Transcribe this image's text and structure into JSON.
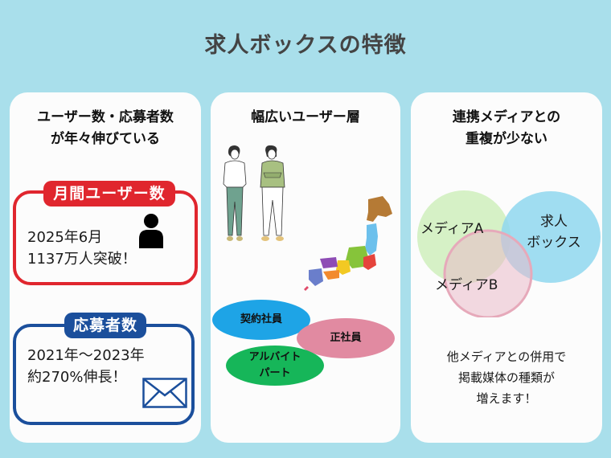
{
  "page": {
    "title": "求人ボックスの特徴",
    "background_color": "#a9dfeb"
  },
  "cards": [
    {
      "title_line1": "ユーザー数・応募者数",
      "title_line2": "が年々伸びている",
      "monthly_users": {
        "badge": "月間ユーザー数",
        "line1": "2025年6月",
        "line2": "1137万人突破！",
        "icon": "person-icon",
        "color": "#e0262e"
      },
      "applicants": {
        "badge": "応募者数",
        "line1": "2021年〜2023年",
        "line2": "約270%伸長！",
        "icon": "mail-icon",
        "color": "#1b4f9c"
      }
    },
    {
      "title": "幅広いユーザー層",
      "illustrations": [
        "people-illustration",
        "japan-map-illustration"
      ],
      "employment_types": [
        {
          "label": "契約社員",
          "color": "#1ea4e6"
        },
        {
          "label": "正社員",
          "color": "#e18aa1"
        },
        {
          "label_line1": "アルバイト",
          "label_line2": "パート",
          "color": "#16b659"
        }
      ]
    },
    {
      "title_line1": "連携メディアとの",
      "title_line2": "重複が少ない",
      "venn": {
        "media_a": "メディアA",
        "kyujin_box_line1": "求人",
        "kyujin_box_line2": "ボックス",
        "media_b": "メディアB"
      },
      "bottom_line1": "他メディアとの併用で",
      "bottom_line2": "掲載媒体の種類が",
      "bottom_line3": "増えます！"
    }
  ]
}
